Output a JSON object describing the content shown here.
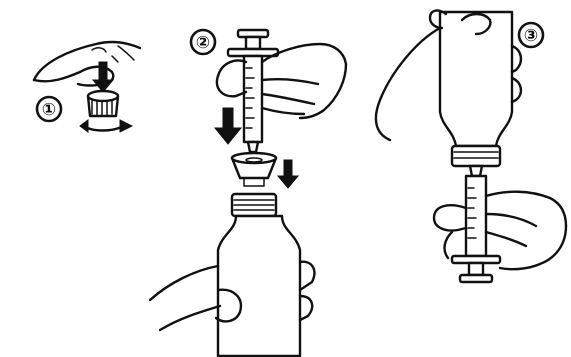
{
  "steps": [
    {
      "number": "①"
    },
    {
      "number": "②"
    },
    {
      "number": "③"
    }
  ]
}
